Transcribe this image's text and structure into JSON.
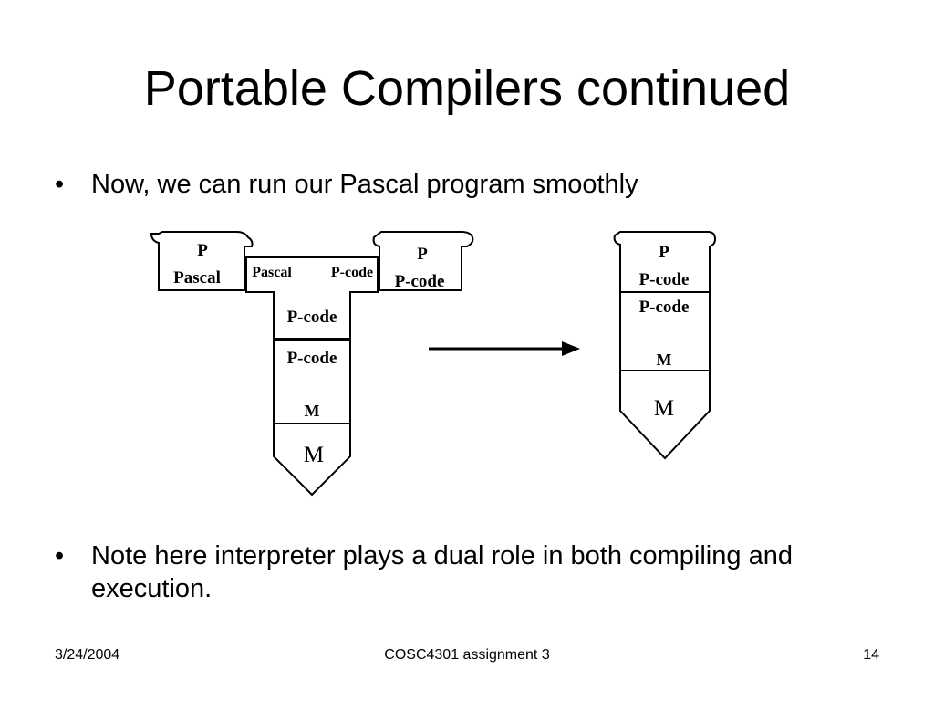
{
  "slide": {
    "title": "Portable Compilers continued",
    "bullets": [
      "Now, we can run our Pascal program smoothly",
      "Note here interpreter plays a dual role in both compiling and execution."
    ],
    "bullet_glyph": "•"
  },
  "diagram": {
    "left": {
      "source_program": {
        "name": "P",
        "language": "Pascal"
      },
      "compiler": {
        "source": "Pascal",
        "target": "P-code",
        "impl": "P-code"
      },
      "output_program": {
        "name": "P",
        "language": "P-code"
      },
      "interpreter": {
        "source": "P-code",
        "impl": "M"
      },
      "machine": "M"
    },
    "right": {
      "program": {
        "name": "P",
        "language": "P-code"
      },
      "interpreter": {
        "source": "P-code",
        "impl": "M"
      },
      "machine": "M"
    }
  },
  "footer": {
    "date": "3/24/2004",
    "center": "COSC4301 assignment 3",
    "page": "14"
  }
}
